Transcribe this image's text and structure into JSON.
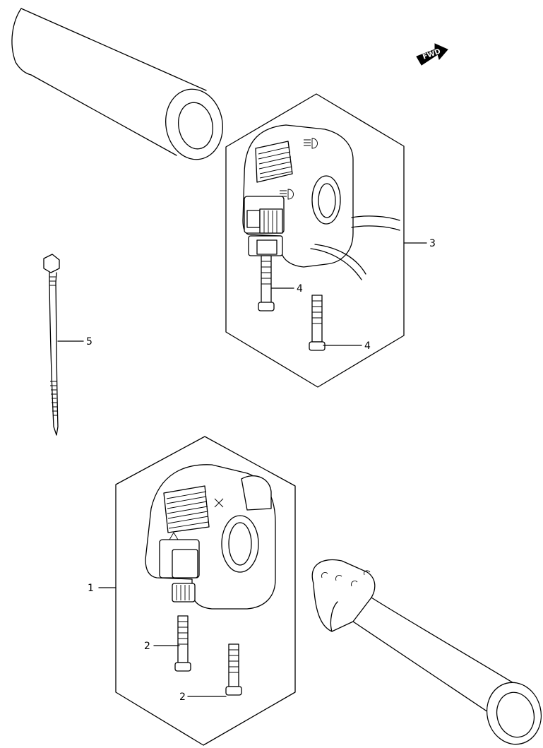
{
  "direction_badge": {
    "text": "FWD",
    "icon": "forward-arrow-icon"
  },
  "callouts": {
    "switch_left": "1",
    "screw_left_a": "2",
    "screw_left_b": "2",
    "switch_right": "3",
    "screw_right_a": "4",
    "screw_right_b": "4",
    "cable_tie": "5"
  },
  "colors": {
    "line": "#000000",
    "background": "#ffffff"
  }
}
